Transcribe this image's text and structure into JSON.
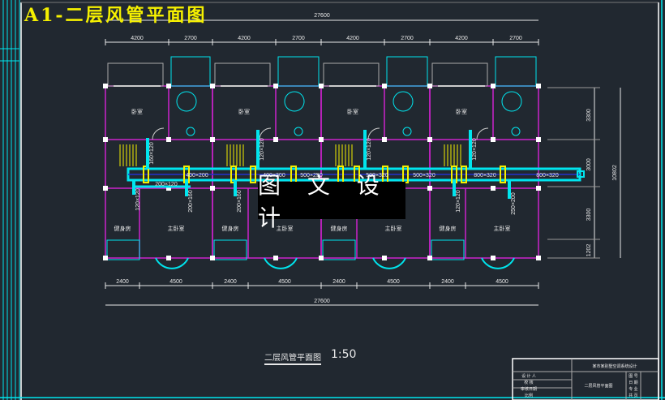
{
  "title": "A1-二层风管平面图",
  "watermark": "图 文 设 计",
  "caption": "二层风管平面图",
  "scale": "1:50",
  "dimensions": {
    "top_total": "27600",
    "top": [
      "4200",
      "2700",
      "4200",
      "2700",
      "4200",
      "2700",
      "4200",
      "2700"
    ],
    "bottom": [
      "2400",
      "4500",
      "2400",
      "4500",
      "2400",
      "4500",
      "2400",
      "4500"
    ],
    "bottom_total": "27600",
    "right": [
      "3300",
      "3000",
      "3300",
      "1202"
    ],
    "right_total": "10802"
  },
  "rooms": {
    "bedroom": "卧室",
    "master_bedroom": "主卧室",
    "gym": "健身房"
  },
  "ducts": [
    "400×200",
    "400×200",
    "500×250",
    "500×320",
    "500×320",
    "800×320",
    "800×320"
  ],
  "branches": [
    "160×120",
    "200×120",
    "120×120",
    "200×160",
    "120×120",
    "200×160",
    "120×120",
    "120×120",
    "120×120",
    "250×200"
  ],
  "title_block": {
    "project": "某市某别墅空调系统设计",
    "drawing": "二层风管平面图",
    "rows_left": [
      "设 计 人",
      "校 核",
      "审核日期",
      "比例"
    ],
    "rows_right": [
      "图 号",
      "日 期",
      "专 业",
      "共 页"
    ]
  },
  "colors": {
    "wall": "#cc22cc",
    "duct": "#00e5ee",
    "fitting": "#f5f000",
    "dim": "#e8e8e8",
    "bg": "#212830"
  }
}
